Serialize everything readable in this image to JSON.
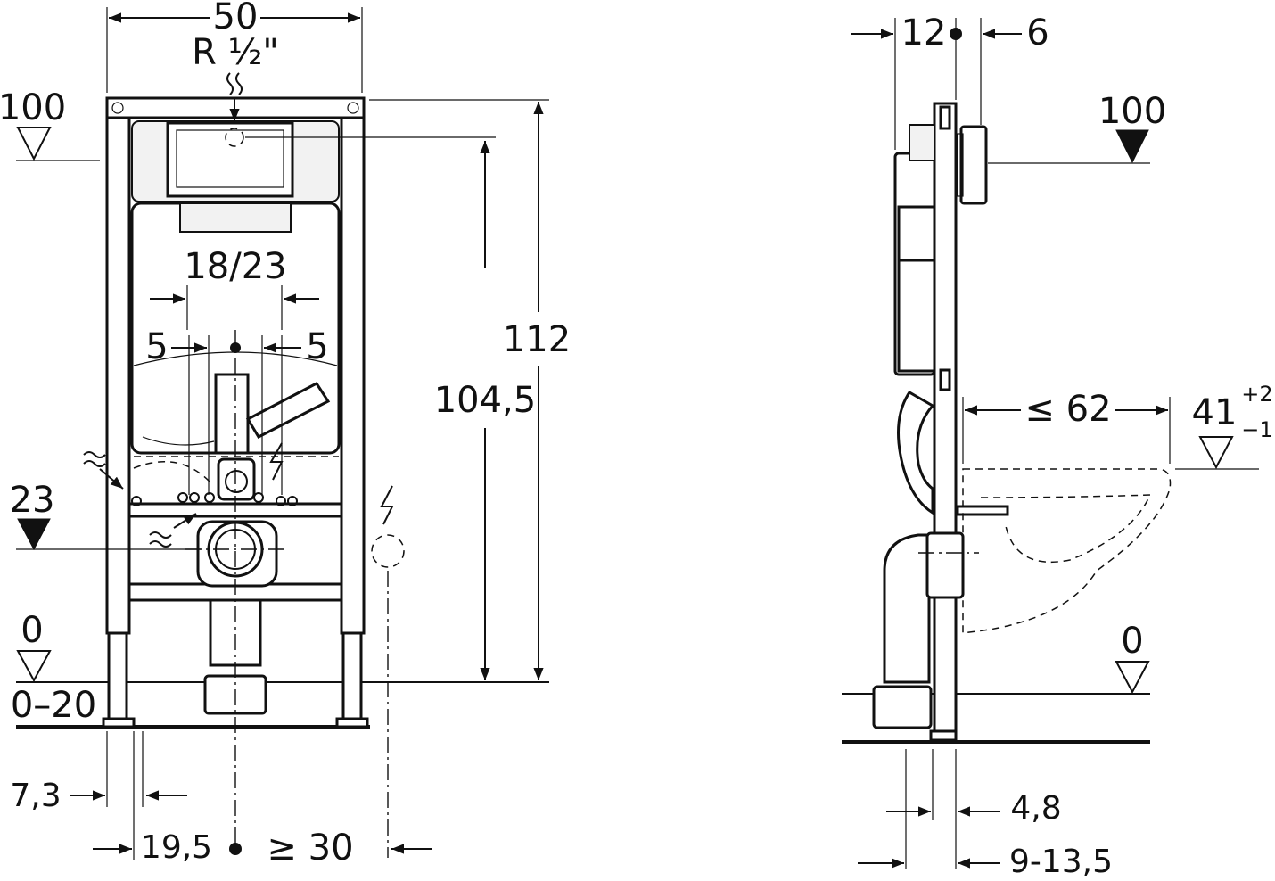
{
  "front_view": {
    "frame_width": "50",
    "thread": "R ½\"",
    "level_top": "100",
    "level_side": "23",
    "level_floor": "0",
    "floor_range": "0–20",
    "bolt_spacing": "18/23",
    "offset_left": "5",
    "offset_right": "5",
    "height_total": "112",
    "height_tank": "104,5",
    "foot_offset": "7,3",
    "foot_spacing": "19,5",
    "min_distance": "≥ 30"
  },
  "side_view": {
    "top_left": "12",
    "top_right": "6",
    "level_top": "100",
    "projection": "≤ 62",
    "seat_height": "41",
    "seat_tol_plus": "+2",
    "seat_tol_minus": "−1",
    "level_floor": "0",
    "depth_min": "4,8",
    "depth_range": "9-13,5"
  }
}
